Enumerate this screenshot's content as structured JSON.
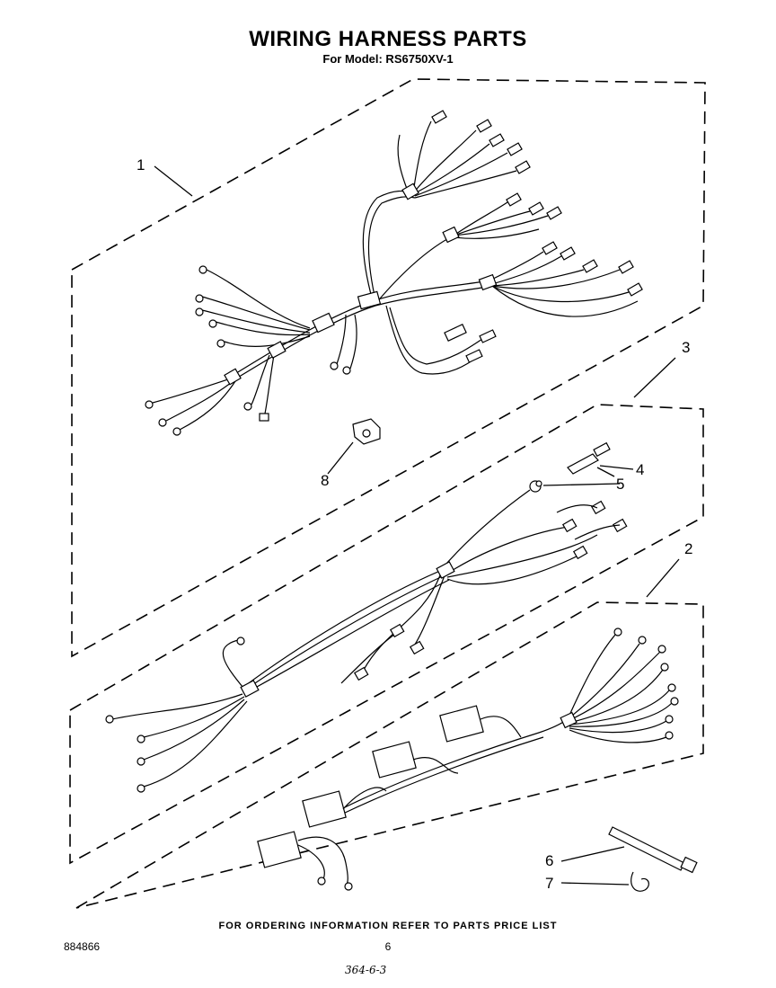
{
  "header": {
    "title": "WIRING HARNESS PARTS",
    "model": "For Model: RS6750XV-1"
  },
  "callouts": {
    "c1": "1",
    "c2": "2",
    "c3": "3",
    "c4": "4",
    "c5": "5",
    "c6": "6",
    "c7": "7",
    "c8": "8"
  },
  "footer": {
    "ordering_note": "FOR ORDERING INFORMATION REFER TO PARTS PRICE LIST",
    "document_number": "884866",
    "page_number": "6",
    "handwritten_note": "364-6-3"
  }
}
